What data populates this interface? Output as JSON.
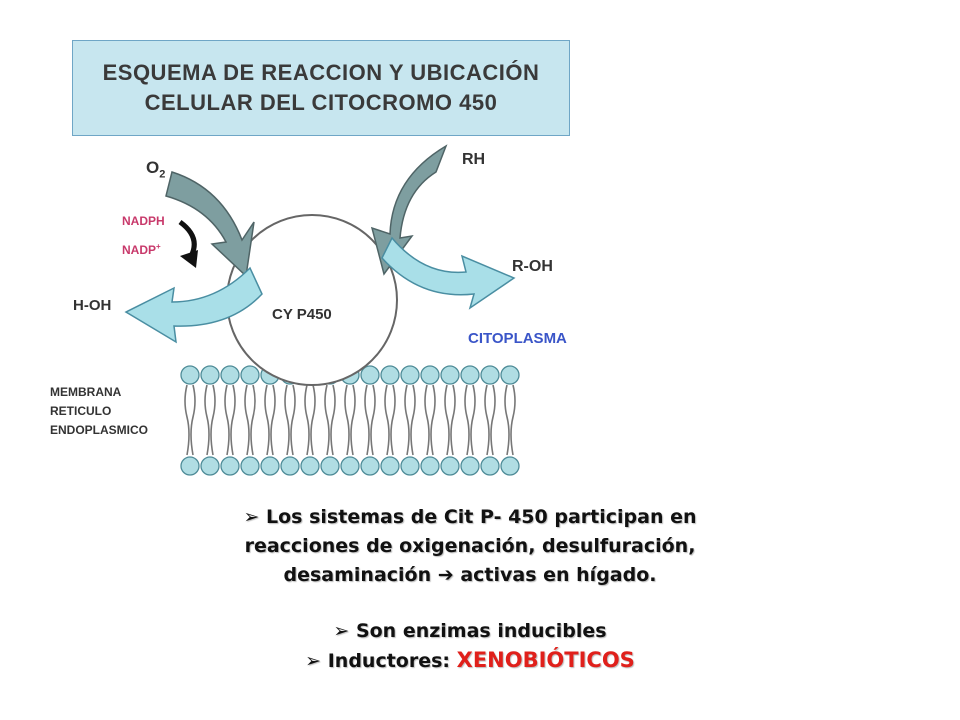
{
  "title": {
    "line1": "ESQUEMA  DE REACCION   Y UBICACIÓN",
    "line2": "CELULAR  DEL CITOCROMO  450"
  },
  "labels": {
    "o2": "O",
    "o2_sub": "2",
    "rh": "RH",
    "nadph": "NADPH",
    "nadp": "NADP",
    "nadp_sup": "+",
    "h_oh": "H-OH",
    "r_oh": "R-OH",
    "enzyme": "CY P450",
    "cytoplasm": "CITOPLASMA",
    "membrane1": "MEMBRANA",
    "membrane2": "RETICULO",
    "membrane3": "ENDOPLASMICO"
  },
  "bullets": {
    "b1_l1": "Los sistemas de Cit P- 450 participan en",
    "b1_l2": "reacciones de oxigenación, desulfuración,",
    "b1_l3a": "desaminación",
    "b1_l3b": "activas en hígado.",
    "b2": "Son enzimas inducibles",
    "b3_prefix": "Inductores:",
    "b3_value": "XENOBIÓTICOS"
  },
  "colors": {
    "title_bg": "#c7e6ef",
    "arrow_gray": "#7e9ea0",
    "arrow_blue": "#a9dfe8",
    "nadph": "#c8396b",
    "cytoplasm": "#3a55c8",
    "bead": "#b0dde3",
    "highlight": "#e0201b"
  },
  "icons": [
    "bullet-arrow-icon",
    "right-arrow-icon",
    "curved-arrow-icon"
  ]
}
